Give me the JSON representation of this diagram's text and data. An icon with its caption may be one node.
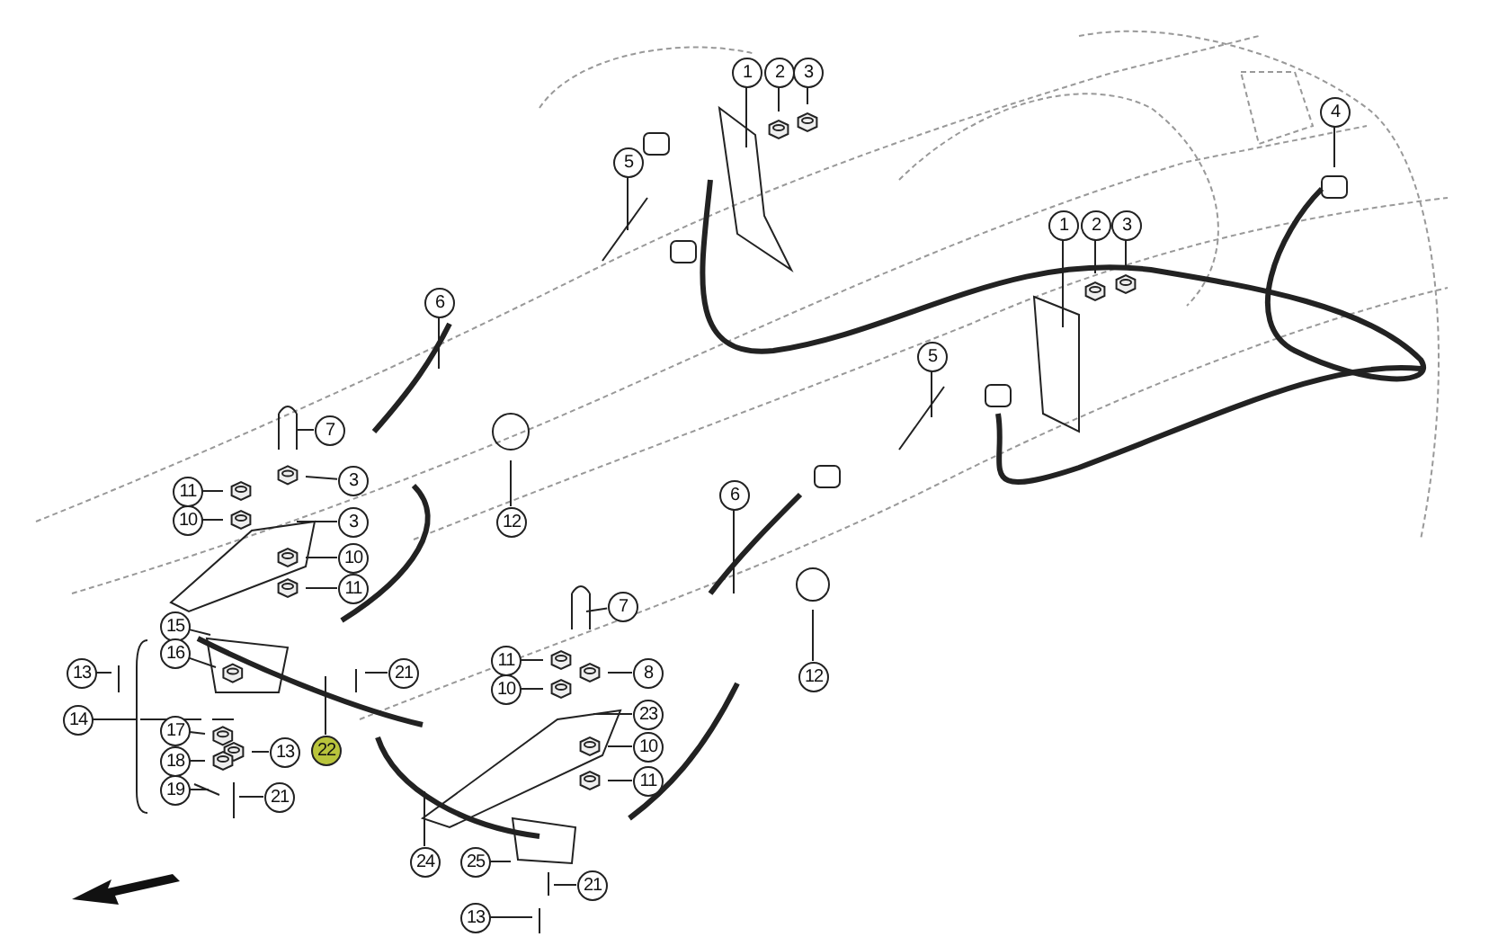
{
  "diagram": {
    "nodes": [
      {
        "text": [
          "1"
        ]
      },
      {
        "text": [
          "2"
        ]
      },
      {
        "text": [
          "3"
        ]
      },
      {
        "text": [
          "4"
        ]
      },
      {
        "text": [
          "5"
        ]
      },
      {
        "text": [
          "1"
        ]
      },
      {
        "text": [
          "2"
        ]
      },
      {
        "text": [
          "3"
        ]
      },
      {
        "text": [
          "6"
        ]
      },
      {
        "text": [
          "5"
        ]
      },
      {
        "text": [
          "7"
        ]
      },
      {
        "text": [
          "3"
        ]
      },
      {
        "text": [
          "11"
        ]
      },
      {
        "text": [
          "6"
        ]
      },
      {
        "text": [
          "10"
        ]
      },
      {
        "text": [
          "3"
        ]
      },
      {
        "text": [
          "12"
        ]
      },
      {
        "text": [
          "10"
        ]
      },
      {
        "text": [
          "11"
        ]
      },
      {
        "text": [
          "7"
        ]
      },
      {
        "text": [
          "15"
        ]
      },
      {
        "text": [
          "16"
        ]
      },
      {
        "text": [
          "11"
        ]
      },
      {
        "text": [
          "13"
        ]
      },
      {
        "text": [
          "21"
        ]
      },
      {
        "text": [
          "8"
        ]
      },
      {
        "text": [
          "12"
        ]
      },
      {
        "text": [
          "10"
        ]
      },
      {
        "text": [
          "23"
        ]
      },
      {
        "text": [
          "14"
        ]
      },
      {
        "text": [
          "17"
        ]
      },
      {
        "text": [
          "10"
        ]
      },
      {
        "text": [
          "13"
        ]
      },
      {
        "text": [
          "22"
        ]
      },
      {
        "text": [
          "18"
        ]
      },
      {
        "text": [
          "11"
        ]
      },
      {
        "text": [
          "19"
        ]
      },
      {
        "text": [
          "21"
        ]
      },
      {
        "text": [
          "24"
        ]
      },
      {
        "text": [
          "25"
        ]
      },
      {
        "text": [
          "21"
        ]
      },
      {
        "text": [
          "13"
        ]
      }
    ],
    "edges": [
      {
        "from": 0,
        "to": null,
        "arrow": "none"
      },
      {
        "from": 1,
        "to": null,
        "arrow": "none"
      },
      {
        "from": 2,
        "to": null,
        "arrow": "none"
      },
      {
        "from": 3,
        "to": null,
        "arrow": "none"
      },
      {
        "from": 4,
        "to": null,
        "arrow": "none"
      },
      {
        "from": 5,
        "to": null,
        "arrow": "none"
      },
      {
        "from": 6,
        "to": null,
        "arrow": "none"
      },
      {
        "from": 7,
        "to": null,
        "arrow": "none"
      },
      {
        "from": 8,
        "to": null,
        "arrow": "none"
      },
      {
        "from": 9,
        "to": null,
        "arrow": "none"
      },
      {
        "from": 10,
        "to": null,
        "arrow": "none"
      },
      {
        "from": 11,
        "to": null,
        "arrow": "none"
      },
      {
        "from": 12,
        "to": null,
        "arrow": "none"
      },
      {
        "from": 13,
        "to": null,
        "arrow": "none"
      },
      {
        "from": 14,
        "to": null,
        "arrow": "none"
      },
      {
        "from": 15,
        "to": null,
        "arrow": "none"
      },
      {
        "from": 16,
        "to": null,
        "arrow": "none"
      },
      {
        "from": 17,
        "to": null,
        "arrow": "none"
      },
      {
        "from": 18,
        "to": null,
        "arrow": "none"
      },
      {
        "from": 19,
        "to": null,
        "arrow": "none"
      },
      {
        "from": 20,
        "to": null,
        "arrow": "none"
      },
      {
        "from": 21,
        "to": null,
        "arrow": "none"
      },
      {
        "from": 22,
        "to": null,
        "arrow": "none"
      },
      {
        "from": 23,
        "to": null,
        "arrow": "none"
      },
      {
        "from": 24,
        "to": null,
        "arrow": "none"
      },
      {
        "from": 25,
        "to": null,
        "arrow": "none"
      },
      {
        "from": 26,
        "to": null,
        "arrow": "none"
      },
      {
        "from": 27,
        "to": null,
        "arrow": "none"
      },
      {
        "from": 28,
        "to": null,
        "arrow": "none"
      },
      {
        "from": 29,
        "to": null,
        "arrow": "none"
      },
      {
        "from": 30,
        "to": null,
        "arrow": "none"
      },
      {
        "from": 31,
        "to": null,
        "arrow": "none"
      },
      {
        "from": 32,
        "to": null,
        "arrow": "none"
      },
      {
        "from": 33,
        "to": null,
        "arrow": "none"
      },
      {
        "from": 34,
        "to": null,
        "arrow": "none"
      },
      {
        "from": 35,
        "to": null,
        "arrow": "none"
      },
      {
        "from": 36,
        "to": null,
        "arrow": "none"
      },
      {
        "from": 37,
        "to": null,
        "arrow": "none"
      },
      {
        "from": 38,
        "to": null,
        "arrow": "none"
      },
      {
        "from": 39,
        "to": null,
        "arrow": "none"
      },
      {
        "from": 40,
        "to": null,
        "arrow": "none"
      },
      {
        "from": 41,
        "to": null,
        "arrow": "none"
      }
    ]
  }
}
